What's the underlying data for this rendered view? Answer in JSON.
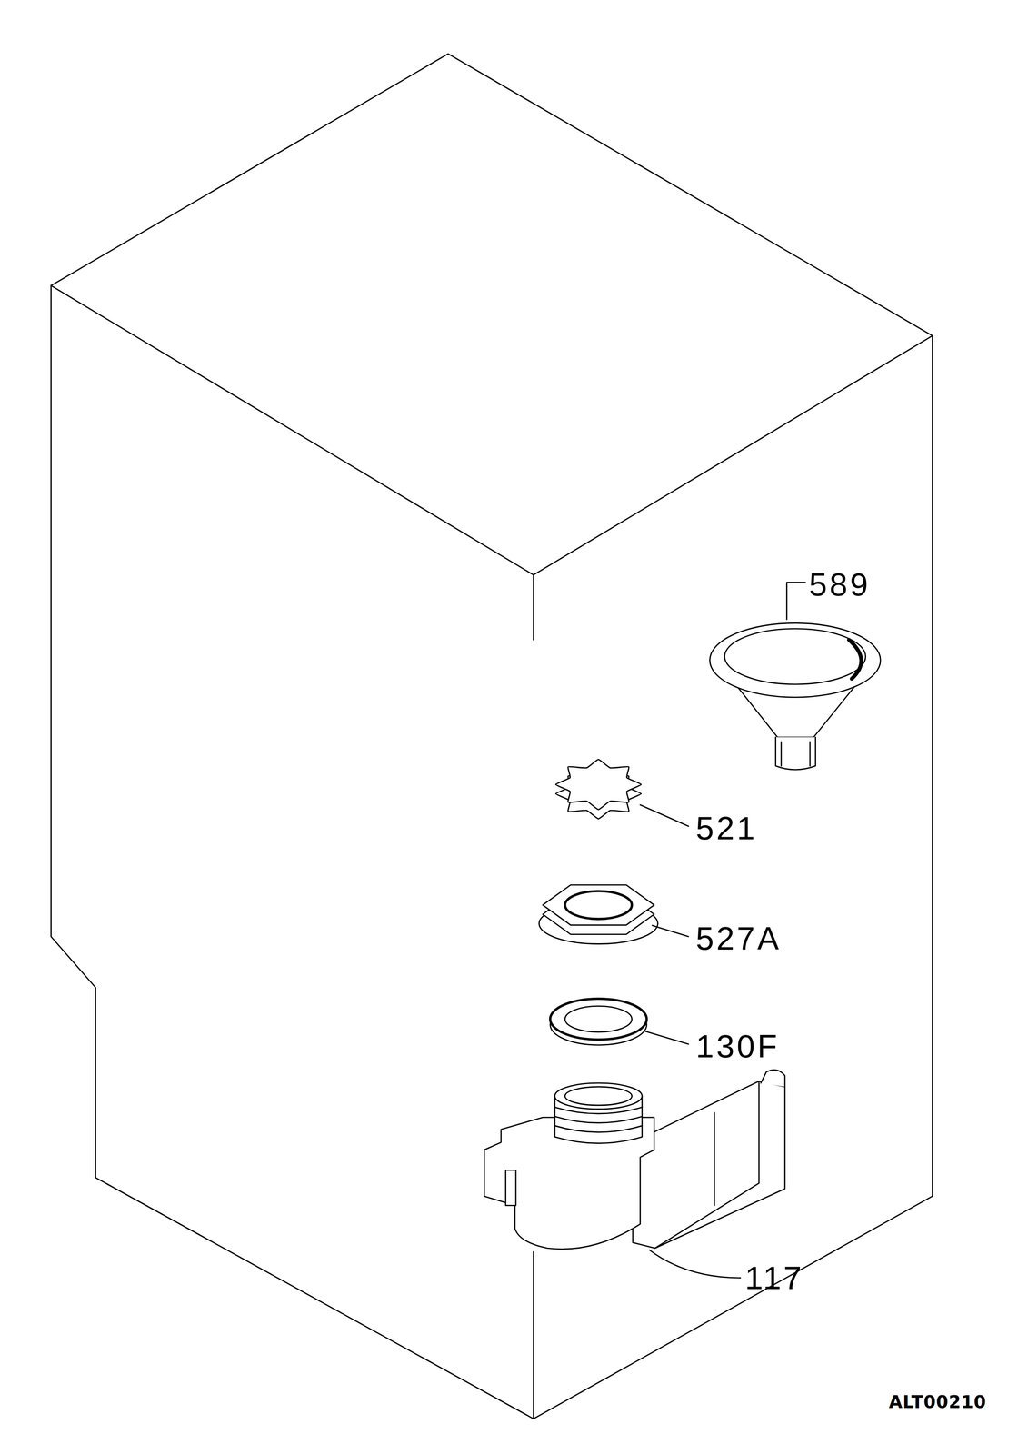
{
  "diagram": {
    "labels": [
      "589",
      "521",
      "527A",
      "130F",
      "117",
      "ALT00210"
    ]
  }
}
